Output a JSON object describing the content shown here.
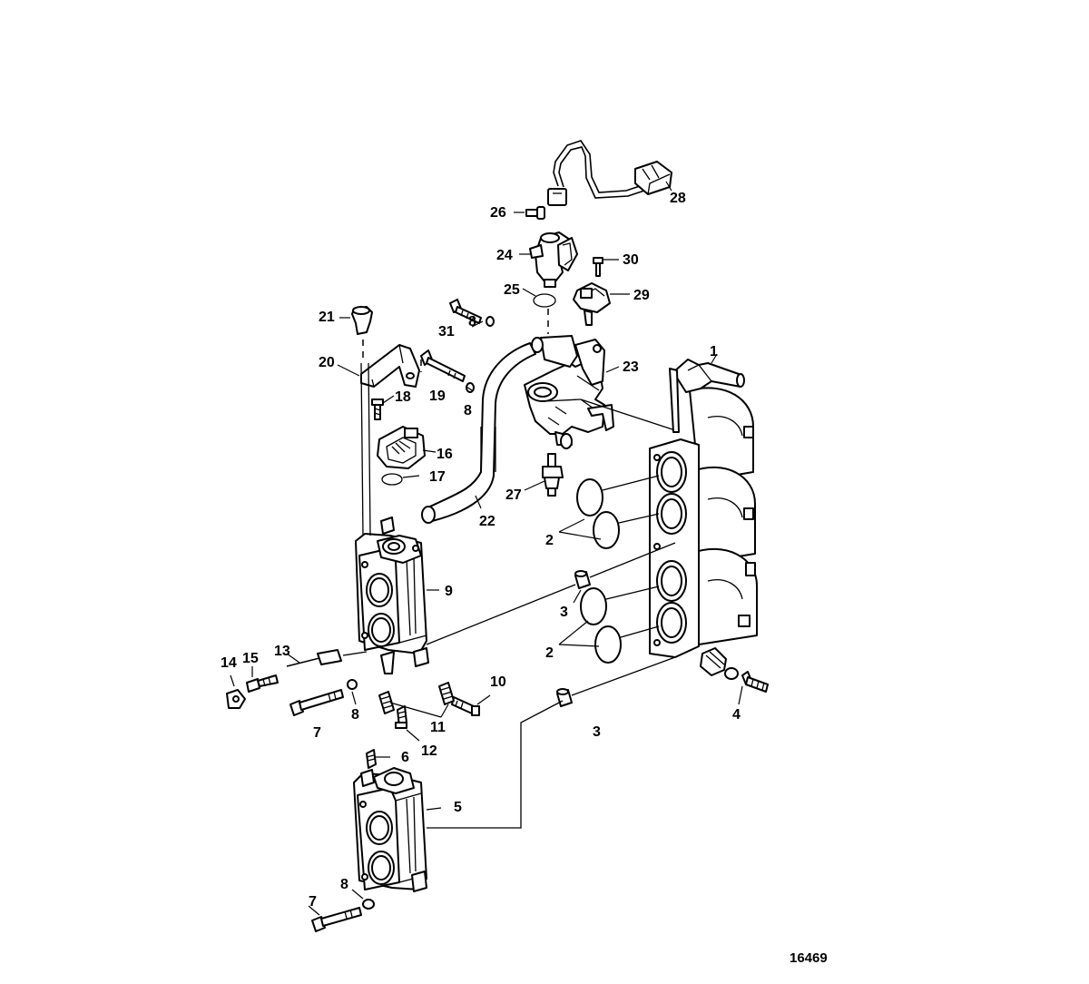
{
  "figure_number": "16469",
  "callouts": {
    "c1": "1",
    "c2a": "2",
    "c2b": "2",
    "c3a": "3",
    "c3b": "3",
    "c4": "4",
    "c5": "5",
    "c6": "6",
    "c7a": "7",
    "c7b": "7",
    "c8a": "8",
    "c8b": "8",
    "c8c": "8",
    "c8d": "8",
    "c9": "9",
    "c10": "10",
    "c11": "11",
    "c12": "12",
    "c13": "13",
    "c14": "14",
    "c15": "15",
    "c16": "16",
    "c17": "17",
    "c18": "18",
    "c19": "19",
    "c20": "20",
    "c21": "21",
    "c22": "22",
    "c23": "23",
    "c24": "24",
    "c25": "25",
    "c26": "26",
    "c27": "27",
    "c28": "28",
    "c29": "29",
    "c30": "30",
    "c31": "31"
  }
}
